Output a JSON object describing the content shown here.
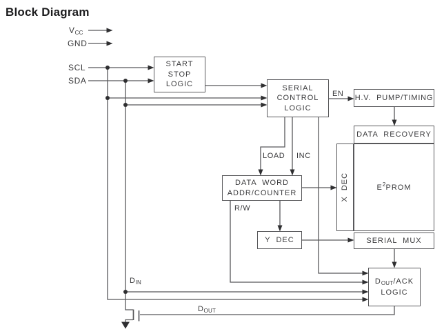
{
  "title": "Block Diagram",
  "colors": {
    "background": "#ffffff",
    "line": "#58585b",
    "arrowhead": "#2f2f31",
    "text": "#3a3a3c",
    "title_text": "#1c1c1e"
  },
  "pins": {
    "vcc_base": "V",
    "vcc_sub": "CC",
    "gnd": "GND",
    "scl": "SCL",
    "sda": "SDA",
    "din_base": "D",
    "din_sub": "IN",
    "dout_base": "D",
    "dout_sub": "OUT"
  },
  "signals": {
    "en": "EN",
    "load": "LOAD",
    "inc": "INC",
    "rw": "R/W"
  },
  "blocks": {
    "start_stop_logic": {
      "lines": [
        "START",
        "STOP",
        "LOGIC"
      ]
    },
    "serial_control_logic": {
      "lines": [
        "SERIAL",
        "CONTROL",
        "LOGIC"
      ]
    },
    "hv_pump_timing": {
      "label": "H.V. PUMP/TIMING"
    },
    "data_recovery": {
      "label": "DATA RECOVERY"
    },
    "x_dec": {
      "label": "X DEC"
    },
    "eeprom": {
      "base": "E",
      "sup": "2",
      "rest": "PROM"
    },
    "data_word_addr_counter": {
      "lines": [
        "DATA WORD",
        "ADDR/COUNTER"
      ]
    },
    "y_dec": {
      "label": "Y DEC"
    },
    "serial_mux": {
      "label": "SERIAL MUX"
    },
    "dout_ack_logic": {
      "l1_base": "D",
      "l1_sub": "OUT",
      "l1_rest": "/ACK",
      "l2": "LOGIC"
    }
  }
}
